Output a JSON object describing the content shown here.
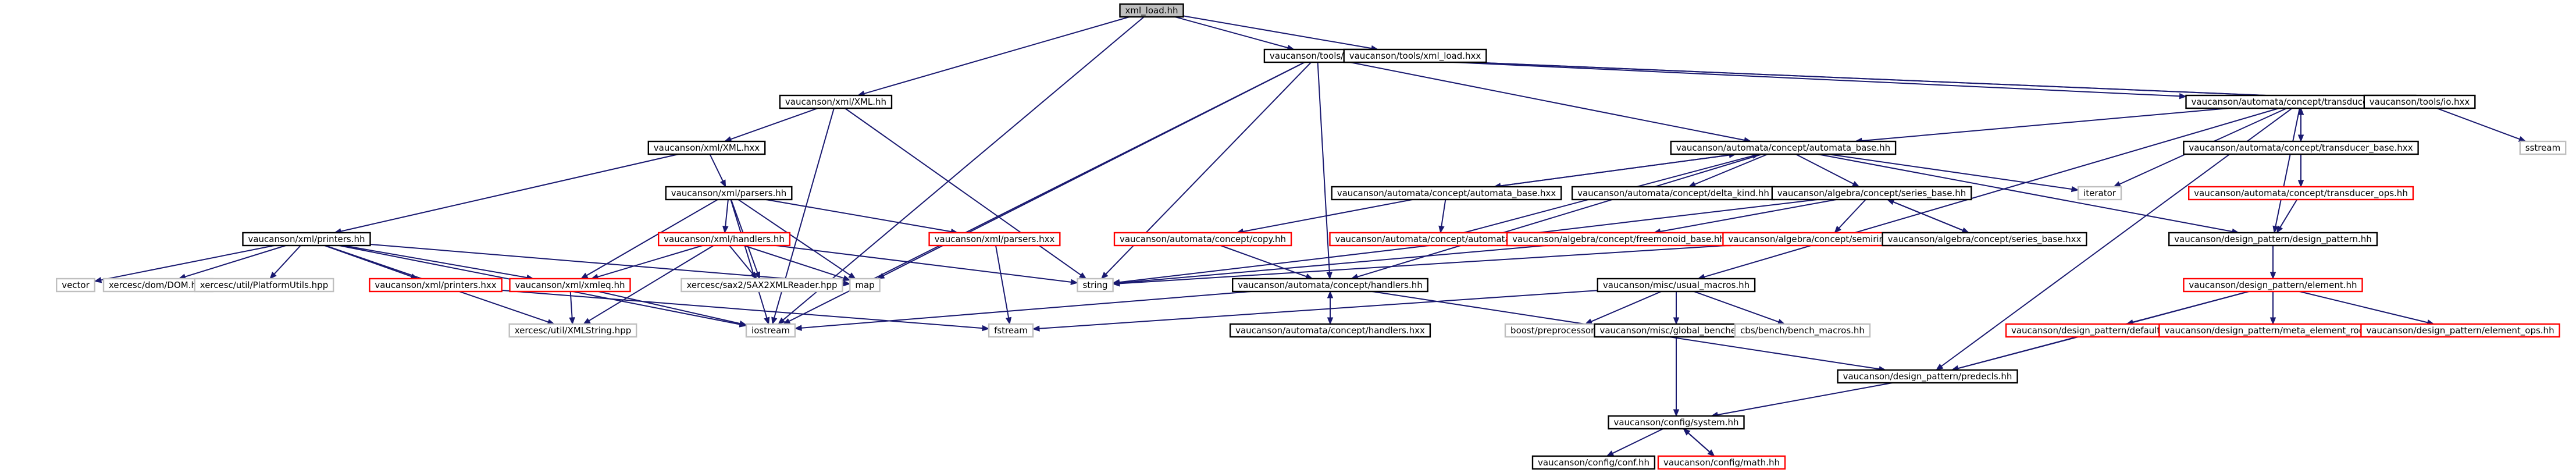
{
  "colors": {
    "edge": "#191970",
    "node_border_default": "#000000",
    "node_border_truncated": "#ff0000",
    "node_border_external": "#bfbfbf",
    "root_fill": "#bfbfbf",
    "node_fill": "#ffffff"
  },
  "nodes": [
    {
      "id": "root",
      "label": "xml_load.hh",
      "kind": "root"
    },
    {
      "id": "tools_io_hh",
      "label": "vaucanson/tools/io.hh",
      "kind": "normal"
    },
    {
      "id": "tools_xml_load_hxx",
      "label": "vaucanson/tools/xml_load.hxx",
      "kind": "normal"
    },
    {
      "id": "xml_XML_hh",
      "label": "vaucanson/xml/XML.hh",
      "kind": "normal"
    },
    {
      "id": "transducer_base_hh",
      "label": "vaucanson/automata/concept/transducer_base.hh",
      "kind": "normal"
    },
    {
      "id": "tools_io_hxx",
      "label": "vaucanson/tools/io.hxx",
      "kind": "normal"
    },
    {
      "id": "sstream",
      "label": "sstream",
      "kind": "external"
    },
    {
      "id": "xml_XML_hxx",
      "label": "vaucanson/xml/XML.hxx",
      "kind": "normal"
    },
    {
      "id": "automata_base_hh",
      "label": "vaucanson/automata/concept/automata_base.hh",
      "kind": "normal"
    },
    {
      "id": "transducer_base_hxx",
      "label": "vaucanson/automata/concept/transducer_base.hxx",
      "kind": "normal"
    },
    {
      "id": "iterator",
      "label": "iterator",
      "kind": "external"
    },
    {
      "id": "transducer_ops_hh",
      "label": "vaucanson/automata/concept/transducer_ops.hh",
      "kind": "truncated"
    },
    {
      "id": "xml_parsers_hh",
      "label": "vaucanson/xml/parsers.hh",
      "kind": "normal"
    },
    {
      "id": "automata_base_hxx",
      "label": "vaucanson/automata/concept/automata_base.hxx",
      "kind": "normal"
    },
    {
      "id": "delta_kind_hh",
      "label": "vaucanson/automata/concept/delta_kind.hh",
      "kind": "normal"
    },
    {
      "id": "series_base_hh",
      "label": "vaucanson/algebra/concept/series_base.hh",
      "kind": "normal"
    },
    {
      "id": "design_pattern_hh",
      "label": "vaucanson/design_pattern/design_pattern.hh",
      "kind": "normal"
    },
    {
      "id": "xml_printers_hh",
      "label": "vaucanson/xml/printers.hh",
      "kind": "normal"
    },
    {
      "id": "xml_handlers_hh",
      "label": "vaucanson/xml/handlers.hh",
      "kind": "truncated"
    },
    {
      "id": "xml_parsers_hxx",
      "label": "vaucanson/xml/parsers.hxx",
      "kind": "truncated"
    },
    {
      "id": "copy_hh",
      "label": "vaucanson/automata/concept/copy.hh",
      "kind": "truncated"
    },
    {
      "id": "automata_ops_hh",
      "label": "vaucanson/automata/concept/automata_ops.hh",
      "kind": "truncated"
    },
    {
      "id": "freemonoid_base_hh",
      "label": "vaucanson/algebra/concept/freemonoid_base.hh",
      "kind": "truncated"
    },
    {
      "id": "semiring_base_hh",
      "label": "vaucanson/algebra/concept/semiring_base.hh",
      "kind": "truncated"
    },
    {
      "id": "series_base_hxx",
      "label": "vaucanson/algebra/concept/series_base.hxx",
      "kind": "normal"
    },
    {
      "id": "element_hh",
      "label": "vaucanson/design_pattern/element.hh",
      "kind": "truncated"
    },
    {
      "id": "vector",
      "label": "vector",
      "kind": "external"
    },
    {
      "id": "xerces_dom",
      "label": "xercesc/dom/DOM.hpp",
      "kind": "external"
    },
    {
      "id": "xerces_platform",
      "label": "xercesc/util/PlatformUtils.hpp",
      "kind": "external"
    },
    {
      "id": "xml_printers_hxx",
      "label": "vaucanson/xml/printers.hxx",
      "kind": "truncated"
    },
    {
      "id": "xml_xmleq_hh",
      "label": "vaucanson/xml/xmleq.hh",
      "kind": "truncated"
    },
    {
      "id": "xerces_sax2",
      "label": "xercesc/sax2/SAX2XMLReader.hpp",
      "kind": "external"
    },
    {
      "id": "map",
      "label": "map",
      "kind": "external"
    },
    {
      "id": "string",
      "label": "string",
      "kind": "external"
    },
    {
      "id": "handlers_hh",
      "label": "vaucanson/automata/concept/handlers.hh",
      "kind": "normal"
    },
    {
      "id": "usual_macros_hh",
      "label": "vaucanson/misc/usual_macros.hh",
      "kind": "normal"
    },
    {
      "id": "default_ops_hh",
      "label": "vaucanson/design_pattern/default_ops.hh",
      "kind": "truncated"
    },
    {
      "id": "meta_element_root_hh",
      "label": "vaucanson/design_pattern/meta_element_root.hh",
      "kind": "truncated"
    },
    {
      "id": "element_ops_hh",
      "label": "vaucanson/design_pattern/element_ops.hh",
      "kind": "truncated"
    },
    {
      "id": "xerces_xmlstring",
      "label": "xercesc/util/XMLString.hpp",
      "kind": "external"
    },
    {
      "id": "iostream",
      "label": "iostream",
      "kind": "external"
    },
    {
      "id": "fstream",
      "label": "fstream",
      "kind": "external"
    },
    {
      "id": "handlers_hxx",
      "label": "vaucanson/automata/concept/handlers.hxx",
      "kind": "normal"
    },
    {
      "id": "boost_cat",
      "label": "boost/preprocessor/cat.hpp",
      "kind": "external"
    },
    {
      "id": "global_bencher_hh",
      "label": "vaucanson/misc/global_bencher.hh",
      "kind": "normal"
    },
    {
      "id": "bench_macros_hh",
      "label": "cbs/bench/bench_macros.hh",
      "kind": "external"
    },
    {
      "id": "predecls_hh",
      "label": "vaucanson/design_pattern/predecls.hh",
      "kind": "normal"
    },
    {
      "id": "config_system_hh",
      "label": "vaucanson/config/system.hh",
      "kind": "normal"
    },
    {
      "id": "config_conf_hh",
      "label": "vaucanson/config/conf.hh",
      "kind": "normal"
    },
    {
      "id": "config_math_hh",
      "label": "vaucanson/config/math.hh",
      "kind": "truncated"
    }
  ],
  "edges": [
    [
      "root",
      "tools_io_hh"
    ],
    [
      "root",
      "tools_xml_load_hxx"
    ],
    [
      "root",
      "xml_XML_hh"
    ],
    [
      "root",
      "iostream"
    ],
    [
      "tools_io_hh",
      "transducer_base_hh"
    ],
    [
      "tools_io_hh",
      "tools_io_hxx"
    ],
    [
      "tools_io_hh",
      "automata_base_hh"
    ],
    [
      "tools_io_hh",
      "string"
    ],
    [
      "tools_io_hh",
      "map"
    ],
    [
      "tools_io_hh",
      "iostream"
    ],
    [
      "tools_io_hh",
      "handlers_hh"
    ],
    [
      "tools_io_hxx",
      "sstream"
    ],
    [
      "tools_io_hxx",
      "tools_io_hh"
    ],
    [
      "transducer_base_hh",
      "automata_base_hh"
    ],
    [
      "transducer_base_hh",
      "transducer_base_hxx"
    ],
    [
      "transducer_base_hh",
      "iterator"
    ],
    [
      "transducer_base_hh",
      "design_pattern_hh"
    ],
    [
      "transducer_base_hh",
      "usual_macros_hh"
    ],
    [
      "transducer_base_hh",
      "predecls_hh"
    ],
    [
      "transducer_base_hxx",
      "transducer_base_hh"
    ],
    [
      "transducer_base_hxx",
      "transducer_ops_hh"
    ],
    [
      "transducer_ops_hh",
      "transducer_base_hh"
    ],
    [
      "transducer_ops_hh",
      "design_pattern_hh"
    ],
    [
      "xml_XML_hh",
      "xml_XML_hxx"
    ],
    [
      "xml_XML_hh",
      "string"
    ],
    [
      "xml_XML_hh",
      "iostream"
    ],
    [
      "xml_XML_hxx",
      "xml_parsers_hh"
    ],
    [
      "xml_XML_hxx",
      "xml_printers_hh"
    ],
    [
      "automata_base_hh",
      "automata_base_hxx"
    ],
    [
      "automata_base_hh",
      "delta_kind_hh"
    ],
    [
      "automata_base_hh",
      "series_base_hh"
    ],
    [
      "automata_base_hh",
      "iterator"
    ],
    [
      "automata_base_hh",
      "design_pattern_hh"
    ],
    [
      "automata_base_hh",
      "handlers_hh"
    ],
    [
      "automata_base_hxx",
      "automata_base_hh"
    ],
    [
      "automata_base_hxx",
      "copy_hh"
    ],
    [
      "automata_base_hxx",
      "automata_ops_hh"
    ],
    [
      "copy_hh",
      "handlers_hh"
    ],
    [
      "automata_ops_hh",
      "automata_base_hh"
    ],
    [
      "series_base_hh",
      "freemonoid_base_hh"
    ],
    [
      "series_base_hh",
      "semiring_base_hh"
    ],
    [
      "series_base_hh",
      "series_base_hxx"
    ],
    [
      "series_base_hh",
      "string"
    ],
    [
      "series_base_hxx",
      "series_base_hh"
    ],
    [
      "freemonoid_base_hh",
      "string"
    ],
    [
      "semiring_base_hh",
      "string"
    ],
    [
      "design_pattern_hh",
      "element_hh"
    ],
    [
      "element_hh",
      "default_ops_hh"
    ],
    [
      "element_hh",
      "meta_element_root_hh"
    ],
    [
      "element_hh",
      "element_ops_hh"
    ],
    [
      "element_hh",
      "predecls_hh"
    ],
    [
      "default_ops_hh",
      "predecls_hh"
    ],
    [
      "xml_parsers_hh",
      "xml_handlers_hh"
    ],
    [
      "xml_parsers_hh",
      "xml_parsers_hxx"
    ],
    [
      "xml_parsers_hh",
      "xml_xmleq_hh"
    ],
    [
      "xml_parsers_hh",
      "xerces_sax2"
    ],
    [
      "xml_parsers_hh",
      "map"
    ],
    [
      "xml_parsers_hh",
      "iostream"
    ],
    [
      "xml_parsers_hxx",
      "fstream"
    ],
    [
      "xml_handlers_hh",
      "xml_xmleq_hh"
    ],
    [
      "xml_handlers_hh",
      "xerces_sax2"
    ],
    [
      "xml_handlers_hh",
      "xerces_xmlstring"
    ],
    [
      "xml_handlers_hh",
      "map"
    ],
    [
      "xml_handlers_hh",
      "string"
    ],
    [
      "xml_printers_hh",
      "vector"
    ],
    [
      "xml_printers_hh",
      "xerces_dom"
    ],
    [
      "xml_printers_hh",
      "xerces_platform"
    ],
    [
      "xml_printers_hh",
      "xml_printers_hxx"
    ],
    [
      "xml_printers_hh",
      "xml_xmleq_hh"
    ],
    [
      "xml_printers_hh",
      "map"
    ],
    [
      "xml_printers_hh",
      "xerces_xmlstring"
    ],
    [
      "xml_printers_hh",
      "iostream"
    ],
    [
      "xml_printers_hxx",
      "fstream"
    ],
    [
      "xml_xmleq_hh",
      "xerces_xmlstring"
    ],
    [
      "xml_xmleq_hh",
      "iostream"
    ],
    [
      "handlers_hh",
      "handlers_hxx"
    ],
    [
      "handlers_hh",
      "iostream"
    ],
    [
      "handlers_hh",
      "predecls_hh"
    ],
    [
      "handlers_hxx",
      "handlers_hh"
    ],
    [
      "usual_macros_hh",
      "boost_cat"
    ],
    [
      "usual_macros_hh",
      "global_bencher_hh"
    ],
    [
      "usual_macros_hh",
      "bench_macros_hh"
    ],
    [
      "usual_macros_hh",
      "fstream"
    ],
    [
      "usual_macros_hh",
      "config_system_hh"
    ],
    [
      "predecls_hh",
      "config_system_hh"
    ],
    [
      "config_system_hh",
      "config_conf_hh"
    ],
    [
      "config_system_hh",
      "config_math_hh"
    ],
    [
      "config_math_hh",
      "config_system_hh"
    ]
  ]
}
